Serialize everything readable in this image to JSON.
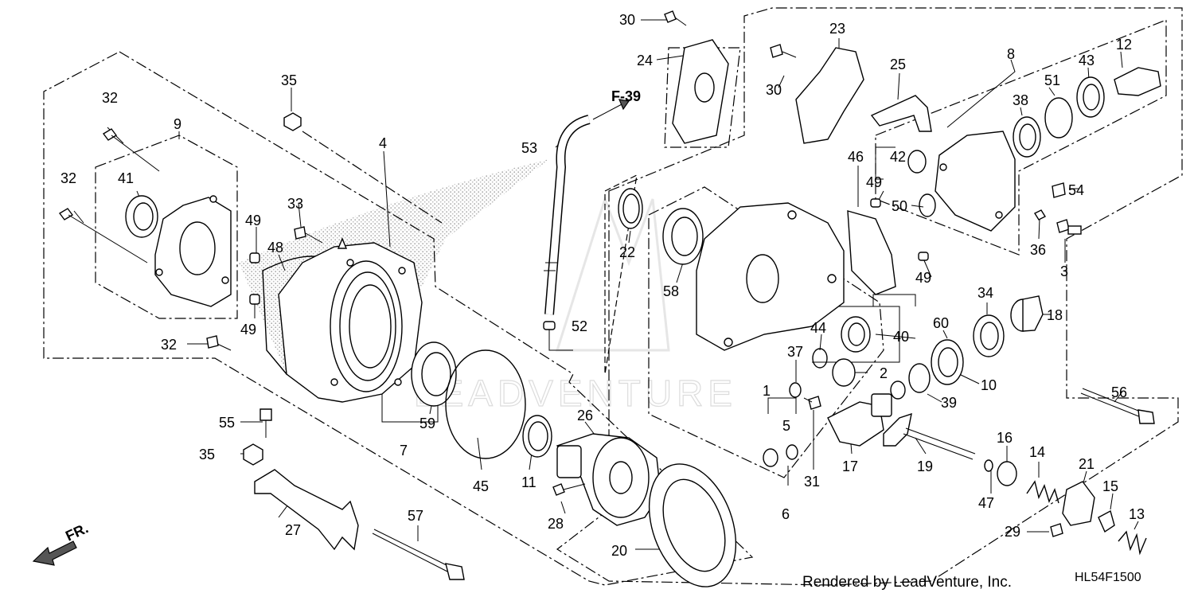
{
  "diagram": {
    "callouts": [
      {
        "id": "f39",
        "text": "F-39"
      },
      {
        "id": "fr",
        "text": "FR."
      }
    ],
    "part_numbers": [
      "1",
      "2",
      "3",
      "4",
      "5",
      "6",
      "7",
      "8",
      "9",
      "10",
      "11",
      "12",
      "13",
      "14",
      "15",
      "16",
      "17",
      "18",
      "19",
      "20",
      "21",
      "22",
      "23",
      "24",
      "25",
      "26",
      "27",
      "28",
      "29",
      "30",
      "30",
      "31",
      "32",
      "32",
      "32",
      "33",
      "34",
      "35",
      "35",
      "36",
      "37",
      "38",
      "39",
      "40",
      "41",
      "42",
      "43",
      "44",
      "45",
      "46",
      "47",
      "48",
      "49",
      "49",
      "49",
      "49",
      "50",
      "51",
      "52",
      "53",
      "54",
      "55",
      "56",
      "57",
      "58",
      "59",
      "60"
    ],
    "watermark": "LEADVENTURE",
    "footer": "Rendered by LeadVenture, Inc.",
    "diagram_code": "HL54F1500"
  }
}
